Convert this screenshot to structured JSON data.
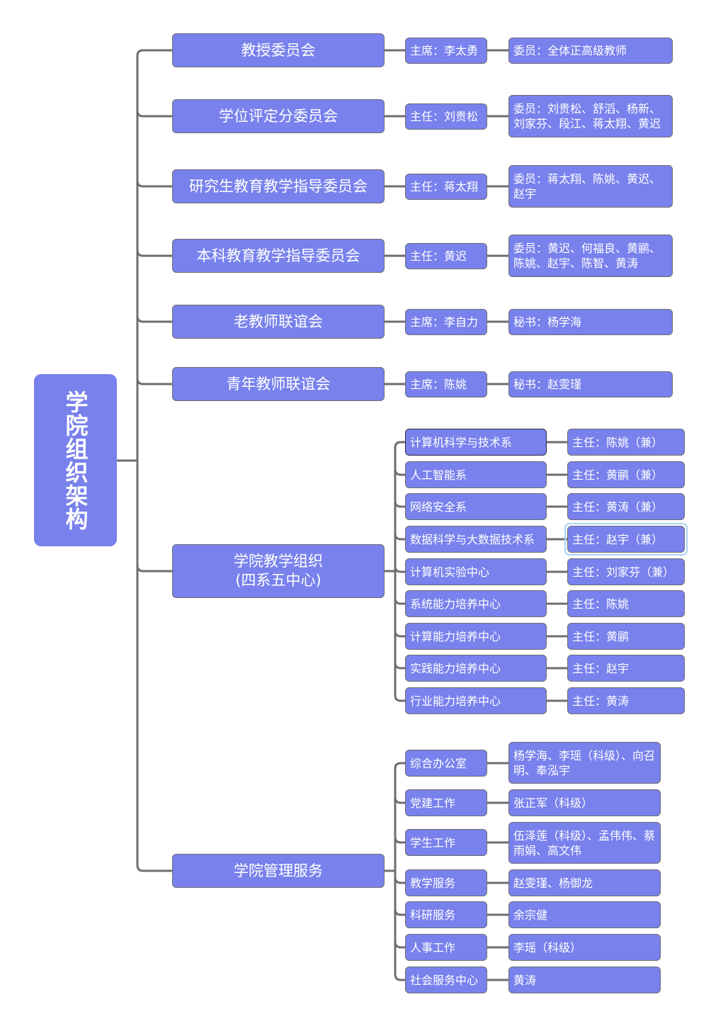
{
  "title": "学院组织架构",
  "colors": {
    "node_fill": "#7881ec",
    "node_border": "#6e6e70",
    "line": "#6e6e70",
    "text": "#ffffff"
  },
  "branches": [
    {
      "label": "教授委员会",
      "head": "主席：李太勇",
      "members": "委员：全体正高级教师"
    },
    {
      "label": "学位评定分委员会",
      "head": "主任：刘贵松",
      "members": "委员：刘贵松、舒滔、杨新、刘家芬、段江、蒋太翔、黄迟"
    },
    {
      "label": "研究生教育教学指导委员会",
      "head": "主任：蒋太翔",
      "members": "委员：蒋太翔、陈姚、黄迟、赵宇"
    },
    {
      "label": "本科教育教学指导委员会",
      "head": "主任：黄迟",
      "members": "委员：黄迟、何福良、黄鹂、陈姚、赵宇、陈智、黄涛"
    },
    {
      "label": "老教师联谊会",
      "head": "主席：李自力",
      "members": "秘书：杨学海"
    },
    {
      "label": "青年教师联谊会",
      "head": "主席：陈姚",
      "members": "秘书：赵雯瑾"
    }
  ],
  "teaching": {
    "label_line1": "学院教学组织",
    "label_line2": "(四系五中心)",
    "units": [
      {
        "name": "计算机科学与技术系",
        "head": "主任：陈姚（兼）"
      },
      {
        "name": "人工智能系",
        "head": "主任：黄鹂（兼）"
      },
      {
        "name": "网络安全系",
        "head": "主任：黄涛（兼）"
      },
      {
        "name": "数据科学与大数据技术系",
        "head": "主任：赵宇（兼）"
      },
      {
        "name": "计算机实验中心",
        "head": "主任：刘家芬（兼）"
      },
      {
        "name": "系统能力培养中心",
        "head": "主任：陈姚"
      },
      {
        "name": "计算能力培养中心",
        "head": "主任：黄鹂"
      },
      {
        "name": "实践能力培养中心",
        "head": "主任：赵宇"
      },
      {
        "name": "行业能力培养中心",
        "head": "主任：黄涛"
      }
    ]
  },
  "management": {
    "label": "学院管理服务",
    "units": [
      {
        "name": "综合办公室",
        "staff": "杨学海、李瑶（科级）、向召明、奉泓宇"
      },
      {
        "name": "党建工作",
        "staff": "张正军（科级）"
      },
      {
        "name": "学生工作",
        "staff": "伍泽莲（科级）、孟伟伟、蔡雨娟、高文伟"
      },
      {
        "name": "教学服务",
        "staff": "赵雯瑾、杨御龙"
      },
      {
        "name": "科研服务",
        "staff": "余宗健"
      },
      {
        "name": "人事工作",
        "staff": "李瑶（科级）"
      },
      {
        "name": "社会服务中心",
        "staff": "黄涛"
      }
    ]
  }
}
